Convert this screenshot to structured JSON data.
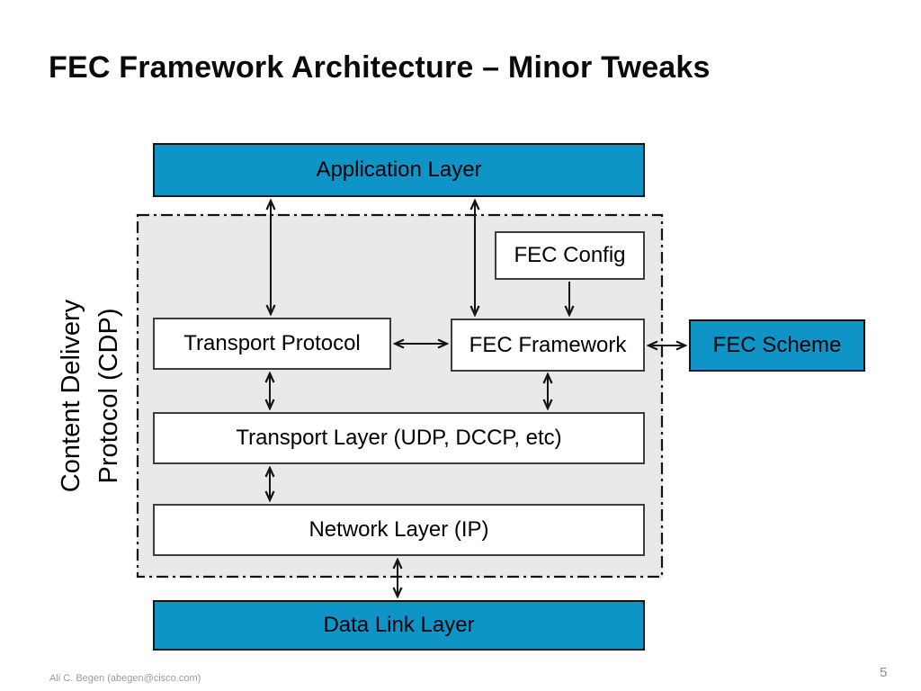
{
  "slide": {
    "title": "FEC Framework Architecture – Minor Tweaks",
    "footer_author": "Ali C. Begen (abegen@cisco.com)",
    "page_number": "5"
  },
  "colors": {
    "accent_blue": "#0f94c7",
    "cdp_container_gray": "#e9e9e9",
    "line_black": "#141414",
    "footer_gray": "#9b9b9b"
  },
  "diagram": {
    "side_label": "Content Delivery Protocol (CDP)",
    "boxes": {
      "application_layer": {
        "label": "Application Layer",
        "fill": "blue"
      },
      "fec_config": {
        "label": "FEC Config",
        "fill": "white"
      },
      "transport_protocol": {
        "label": "Transport Protocol",
        "fill": "white"
      },
      "fec_framework": {
        "label": "FEC Framework",
        "fill": "white"
      },
      "fec_scheme": {
        "label": "FEC Scheme",
        "fill": "blue"
      },
      "transport_layer": {
        "label": "Transport Layer (UDP, DCCP, etc)",
        "fill": "white"
      },
      "network_layer": {
        "label": "Network Layer (IP)",
        "fill": "white"
      },
      "data_link_layer": {
        "label": "Data Link Layer",
        "fill": "blue"
      }
    },
    "connections": [
      {
        "from": "application_layer",
        "to": "transport_protocol",
        "direction": "bidirectional"
      },
      {
        "from": "application_layer",
        "to": "fec_framework",
        "direction": "bidirectional"
      },
      {
        "from": "fec_config",
        "to": "fec_framework",
        "direction": "one-way-down"
      },
      {
        "from": "transport_protocol",
        "to": "fec_framework",
        "direction": "bidirectional"
      },
      {
        "from": "fec_framework",
        "to": "fec_scheme",
        "direction": "bidirectional"
      },
      {
        "from": "transport_protocol",
        "to": "transport_layer",
        "direction": "bidirectional"
      },
      {
        "from": "fec_framework",
        "to": "transport_layer",
        "direction": "bidirectional"
      },
      {
        "from": "transport_layer",
        "to": "network_layer",
        "direction": "bidirectional"
      },
      {
        "from": "network_layer",
        "to": "data_link_layer",
        "direction": "bidirectional"
      }
    ]
  }
}
